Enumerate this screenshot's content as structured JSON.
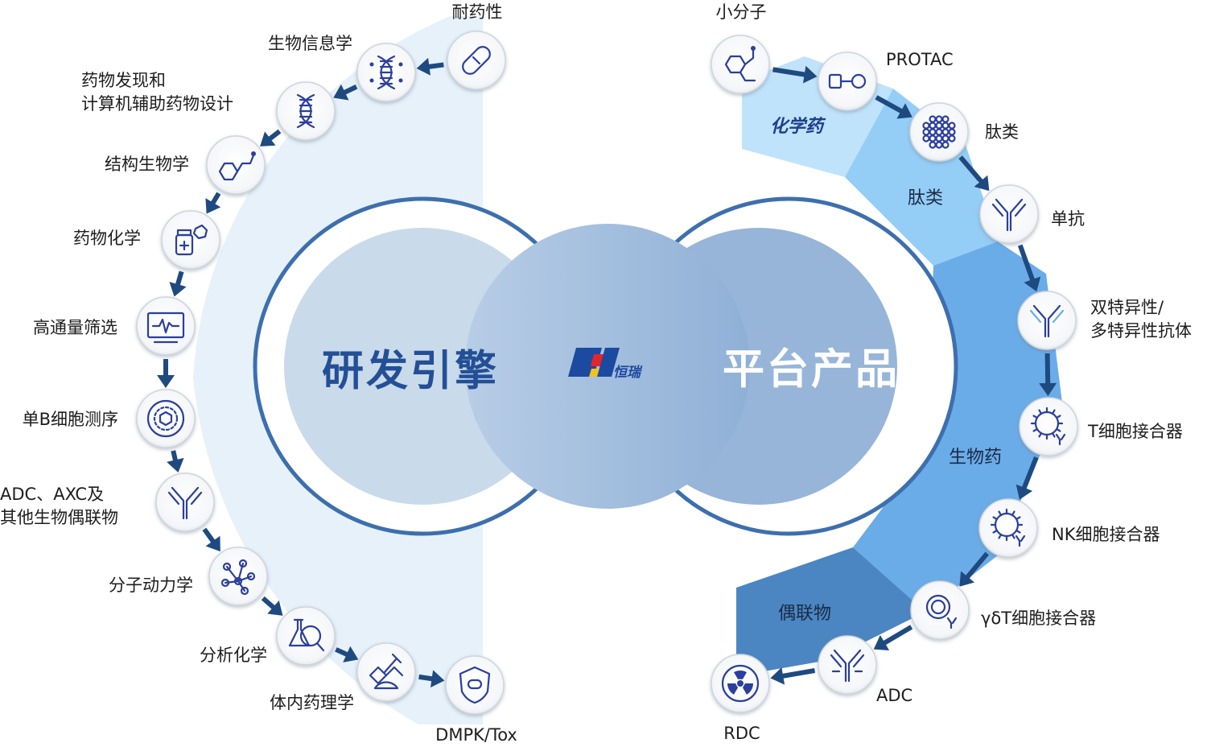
{
  "center": {
    "left_title": "研发引擎",
    "right_title": "平台产品",
    "logo_text": "恒瑞"
  },
  "segments": {
    "chem": "化学药",
    "peptide": "肽类",
    "bio": "生物药",
    "conjugate": "偶联物"
  },
  "left_steps": [
    {
      "label": "耐药性",
      "icon": "capsule-icon"
    },
    {
      "label": "生物信息学",
      "icon": "dna-network-icon"
    },
    {
      "label": "药物发现和\n计算机辅助药物设计",
      "icon": "dna-helix-icon"
    },
    {
      "label": "结构生物学",
      "icon": "molecule-structure-icon"
    },
    {
      "label": "药物化学",
      "icon": "medicine-bottle-icon"
    },
    {
      "label": "高通量筛选",
      "icon": "monitor-screening-icon"
    },
    {
      "label": "单B细胞测序",
      "icon": "b-cell-icon"
    },
    {
      "label": "ADC、AXC及\n其他生物偶联物",
      "icon": "antibody-icon"
    },
    {
      "label": "分子动力学",
      "icon": "molecular-network-icon"
    },
    {
      "label": "分析化学",
      "icon": "flask-magnifier-icon"
    },
    {
      "label": "体内药理学",
      "icon": "syringe-molecule-icon"
    },
    {
      "label": "DMPK/Tox",
      "icon": "shield-pill-icon"
    }
  ],
  "right_steps": [
    {
      "label": "小分子",
      "icon": "small-molecule-icon"
    },
    {
      "label": "PROTAC",
      "icon": "protac-icon"
    },
    {
      "label": "肽类",
      "icon": "peptide-cluster-icon"
    },
    {
      "label": "单抗",
      "icon": "monoclonal-antibody-icon"
    },
    {
      "label": "双特异性/\n多特异性抗体",
      "icon": "bispecific-antibody-icon"
    },
    {
      "label": "T细胞接合器",
      "icon": "t-cell-engager-icon"
    },
    {
      "label": "NK细胞接合器",
      "icon": "nk-cell-engager-icon"
    },
    {
      "label": "γδT细胞接合器",
      "icon": "gamma-delta-t-cell-icon"
    },
    {
      "label": "ADC",
      "icon": "adc-icon"
    },
    {
      "label": "RDC",
      "icon": "radiation-icon"
    }
  ],
  "colors": {
    "left_circle": "#c9daeb",
    "right_circle": "#97b5d8",
    "ring": "#3d6fae",
    "seg_chem": "#bfe3fb",
    "seg_peptide": "#94cdf6",
    "seg_bio": "#6aace8",
    "seg_conjugate": "#4b86c2",
    "arrow": "#1e4a80",
    "icon": "#2b3f9c",
    "left_band": "#e6f1fa"
  }
}
